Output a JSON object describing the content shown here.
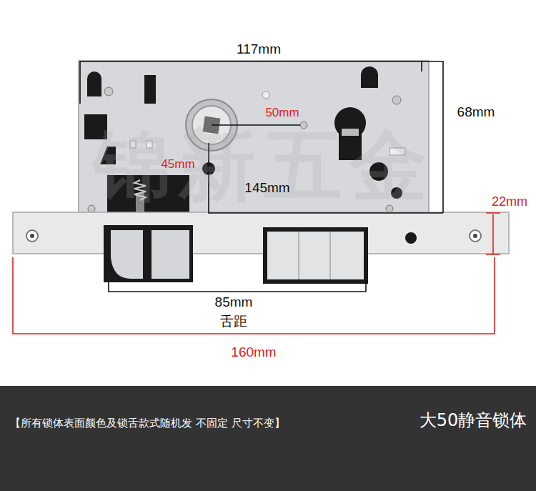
{
  "diagram": {
    "nodes": [
      {
        "text": [
          "【所有锁体表面颜色及锁舌款式随机发 不固定 尺寸不变】",
          "大50静音锁体"
        ]
      }
    ],
    "labels": [
      "锦新五金",
      "117mm",
      "68mm",
      "50mm",
      "45mm",
      "145mm",
      "22mm",
      "85mm",
      "舌距",
      "160mm"
    ]
  }
}
